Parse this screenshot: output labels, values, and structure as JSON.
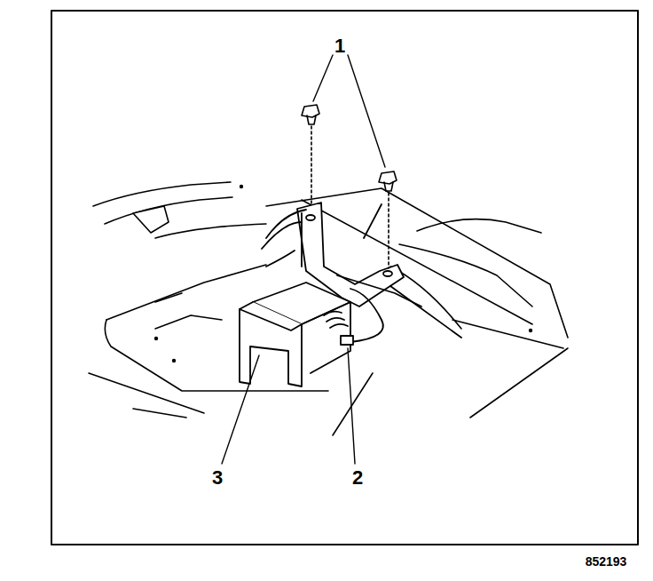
{
  "diagram": {
    "labels": [
      "1",
      "2",
      "3",
      "852193"
    ]
  }
}
